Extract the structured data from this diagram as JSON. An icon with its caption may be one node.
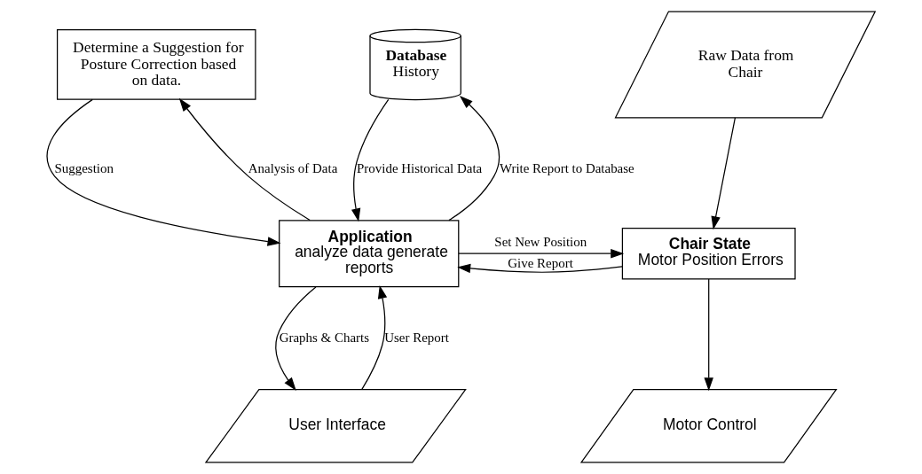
{
  "diagram": {
    "nodes": [
      {
        "text": [
          "Determine a Suggestion for Posture Correction based on data."
        ]
      },
      {
        "text": [
          "Raw Data from Chair"
        ]
      },
      {
        "text": [
          "Database",
          "History"
        ]
      },
      {
        "text": [
          "Application",
          "analyze data generate reports"
        ]
      },
      {
        "text": [
          "Chair State",
          "Motor Position Errors"
        ]
      },
      {
        "text": [
          "User Interface"
        ]
      },
      {
        "text": [
          "Motor Control"
        ]
      }
    ],
    "edges": [
      {
        "from": 0,
        "to": 3,
        "arrow": "to",
        "label": "Suggestion"
      },
      {
        "from": 3,
        "to": 0,
        "arrow": "to",
        "label": "Analysis of Data"
      },
      {
        "from": 2,
        "to": 3,
        "arrow": "to",
        "label": "Provide Historical Data"
      },
      {
        "from": 3,
        "to": 2,
        "arrow": "to",
        "label": "Write Report to Database"
      },
      {
        "from": 3,
        "to": 4,
        "arrow": "to",
        "label": "Set New Position"
      },
      {
        "from": 4,
        "to": 3,
        "arrow": "to",
        "label": "Give Report"
      },
      {
        "from": 1,
        "to": 4,
        "arrow": "to"
      },
      {
        "from": 3,
        "to": 5,
        "arrow": "to",
        "label": "Graphs & Charts"
      },
      {
        "from": 5,
        "to": 3,
        "arrow": "to",
        "label": "User Report"
      },
      {
        "from": 4,
        "to": 6,
        "arrow": "to"
      }
    ]
  }
}
